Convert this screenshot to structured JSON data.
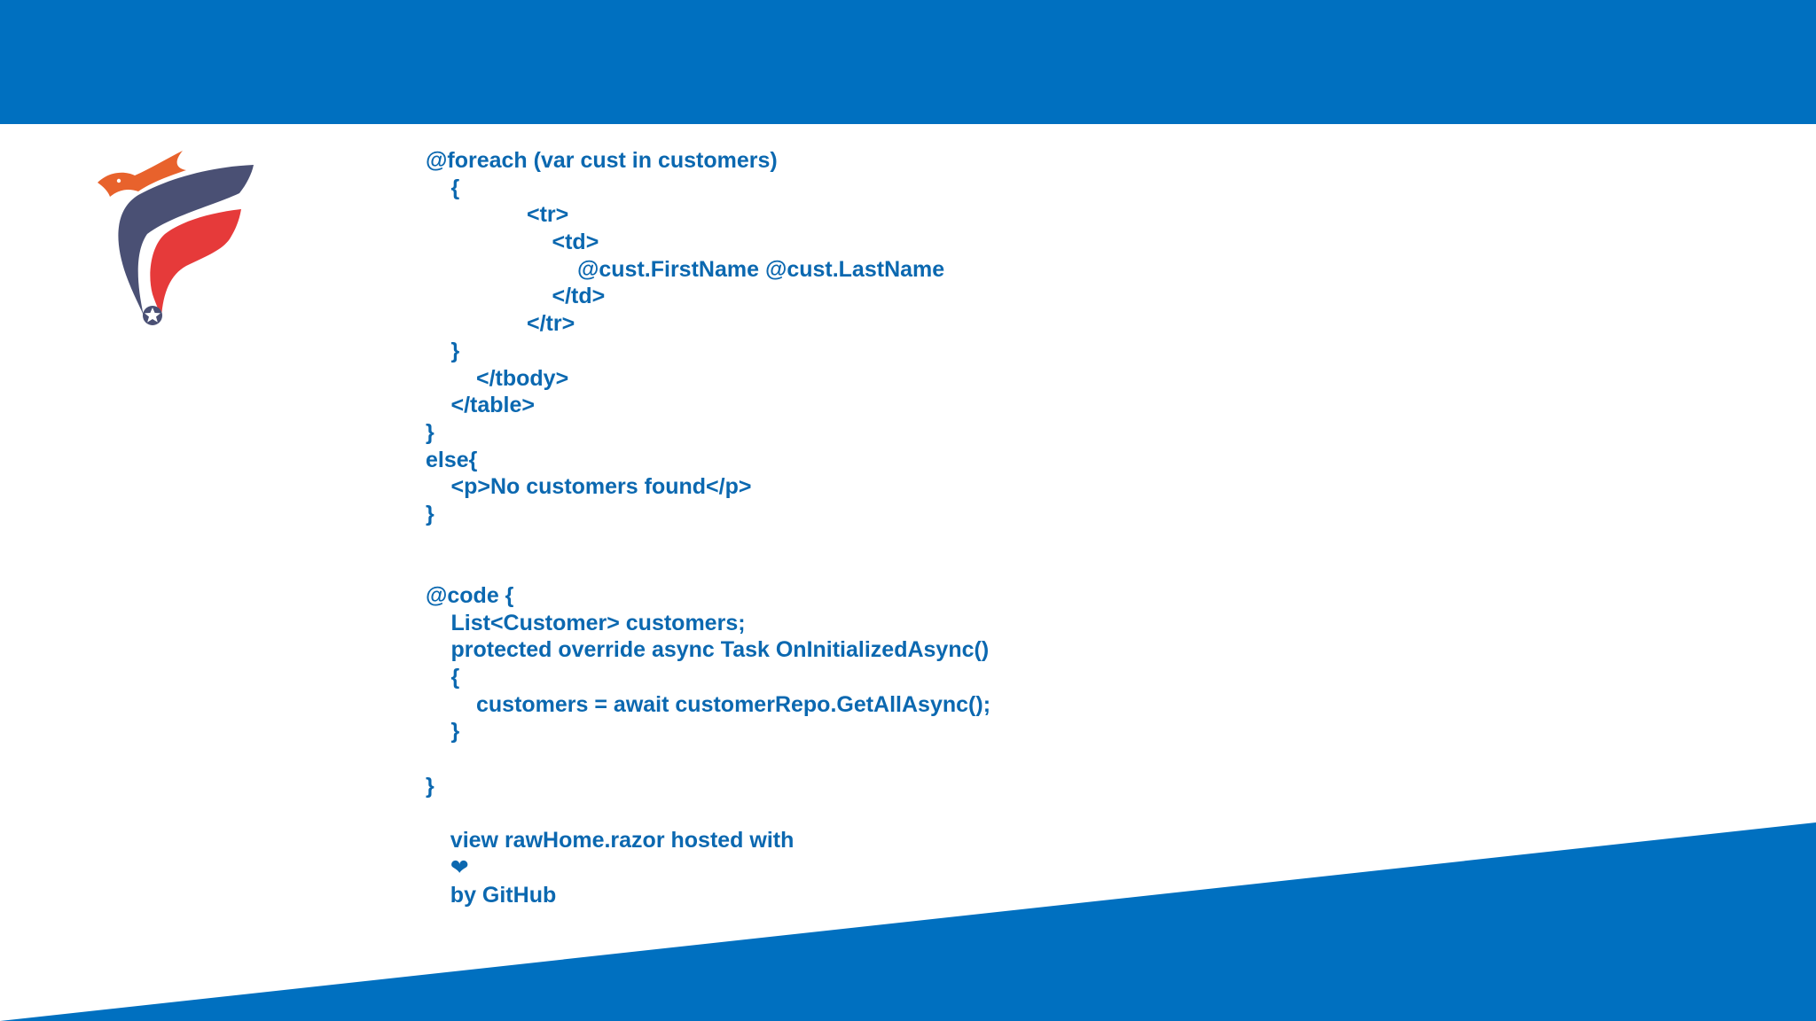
{
  "code_lines": [
    {
      "indent": 0,
      "text": "@foreach (var cust in customers)"
    },
    {
      "indent": 1,
      "text": "{"
    },
    {
      "indent": 4,
      "text": "<tr>"
    },
    {
      "indent": 5,
      "text": "<td>"
    },
    {
      "indent": 6,
      "text": "@cust.FirstName @cust.LastName"
    },
    {
      "indent": 5,
      "text": "</td>"
    },
    {
      "indent": 4,
      "text": "</tr>"
    },
    {
      "indent": 1,
      "text": "}"
    },
    {
      "indent": 2,
      "text": "</tbody>"
    },
    {
      "indent": 1,
      "text": "</table>"
    },
    {
      "indent": 0,
      "text": "}"
    },
    {
      "indent": 0,
      "text": "else{"
    },
    {
      "indent": 1,
      "text": "<p>No customers found</p>"
    },
    {
      "indent": 0,
      "text": "}"
    },
    {
      "indent": 0,
      "text": ""
    },
    {
      "indent": 0,
      "text": ""
    },
    {
      "indent": 0,
      "text": "@code {"
    },
    {
      "indent": 1,
      "text": "List<Customer> customers;"
    },
    {
      "indent": 1,
      "text": "protected override async Task OnInitializedAsync()"
    },
    {
      "indent": 1,
      "text": "{"
    },
    {
      "indent": 2,
      "text": "customers = await customerRepo.GetAllAsync();"
    },
    {
      "indent": 1,
      "text": "}"
    },
    {
      "indent": 0,
      "text": ""
    },
    {
      "indent": 0,
      "text": "}"
    }
  ],
  "footer": {
    "prefix": "view rawHome.razor hosted with",
    "heart": "❤",
    "suffix": "by GitHub"
  },
  "colors": {
    "band": "#0070c0",
    "code_text": "#0b68b0",
    "logo_orange": "#e8622c",
    "logo_navy": "#4a5074",
    "logo_red": "#e63a3a"
  },
  "logo": {
    "icon": "eagle-star-logo-icon"
  }
}
